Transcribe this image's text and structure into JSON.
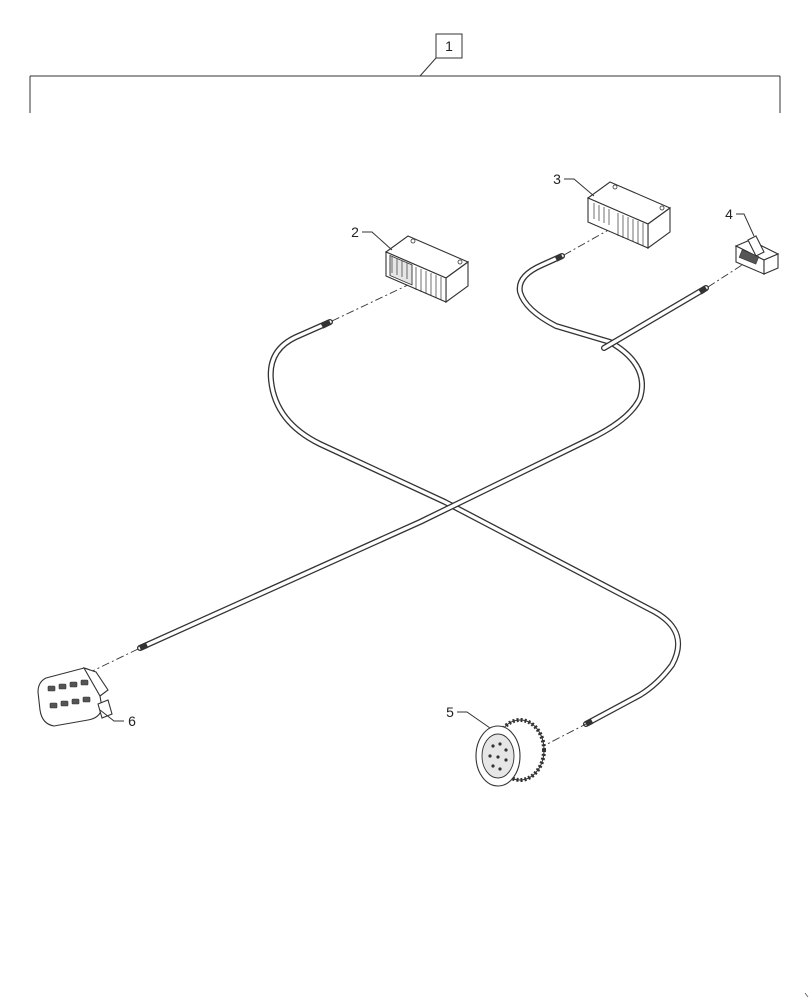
{
  "assembly_callout": "1",
  "callouts": {
    "c2": "2",
    "c3": "3",
    "c4": "4",
    "c5": "5",
    "c6": "6"
  }
}
